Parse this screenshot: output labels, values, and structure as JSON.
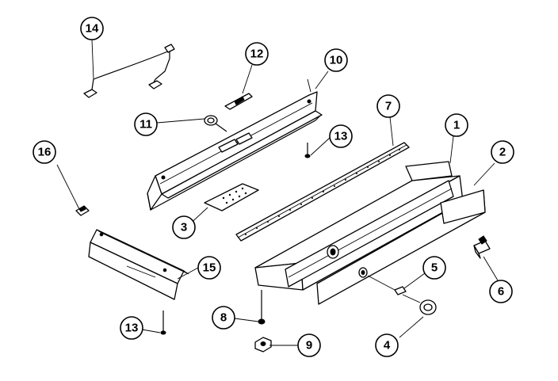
{
  "callouts": {
    "c1": "1",
    "c2": "2",
    "c3": "3",
    "c4": "4",
    "c5": "5",
    "c6": "6",
    "c7": "7",
    "c8": "8",
    "c9": "9",
    "c10": "10",
    "c11": "11",
    "c12": "12",
    "c13a": "13",
    "c13b": "13",
    "c14": "14",
    "c15": "15",
    "c16": "16"
  }
}
